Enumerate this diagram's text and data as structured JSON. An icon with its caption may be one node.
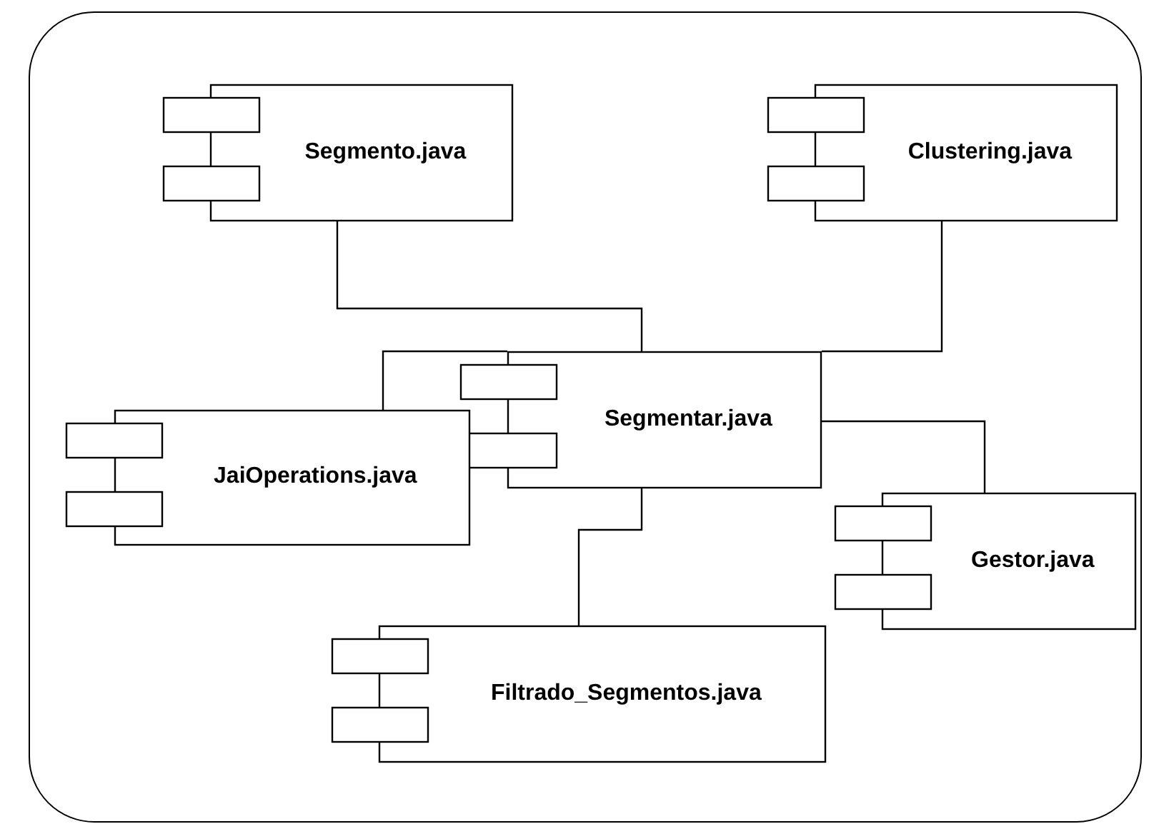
{
  "diagram": {
    "nodes": [
      {
        "text": [],
        "shape": "box"
      },
      {
        "text": [
          "Segmento.java"
        ],
        "in": 0
      },
      {
        "text": [
          "Clustering.java"
        ],
        "in": 0
      },
      {
        "text": [
          "Segmentar.java"
        ],
        "in": 0
      },
      {
        "text": [
          "JaiOperations.java"
        ],
        "in": 0
      },
      {
        "text": [
          "Gestor.java"
        ],
        "in": 0
      },
      {
        "text": [
          "Filtrado_Segmentos.java"
        ],
        "in": 0
      }
    ],
    "edges": [
      {
        "from": 3,
        "to": 1,
        "arrow": "none"
      },
      {
        "from": 3,
        "to": 2,
        "arrow": "none"
      },
      {
        "from": 3,
        "to": 4,
        "arrow": "none"
      },
      {
        "from": 3,
        "to": 5,
        "arrow": "none"
      },
      {
        "from": 3,
        "to": 6,
        "arrow": "none"
      }
    ]
  }
}
